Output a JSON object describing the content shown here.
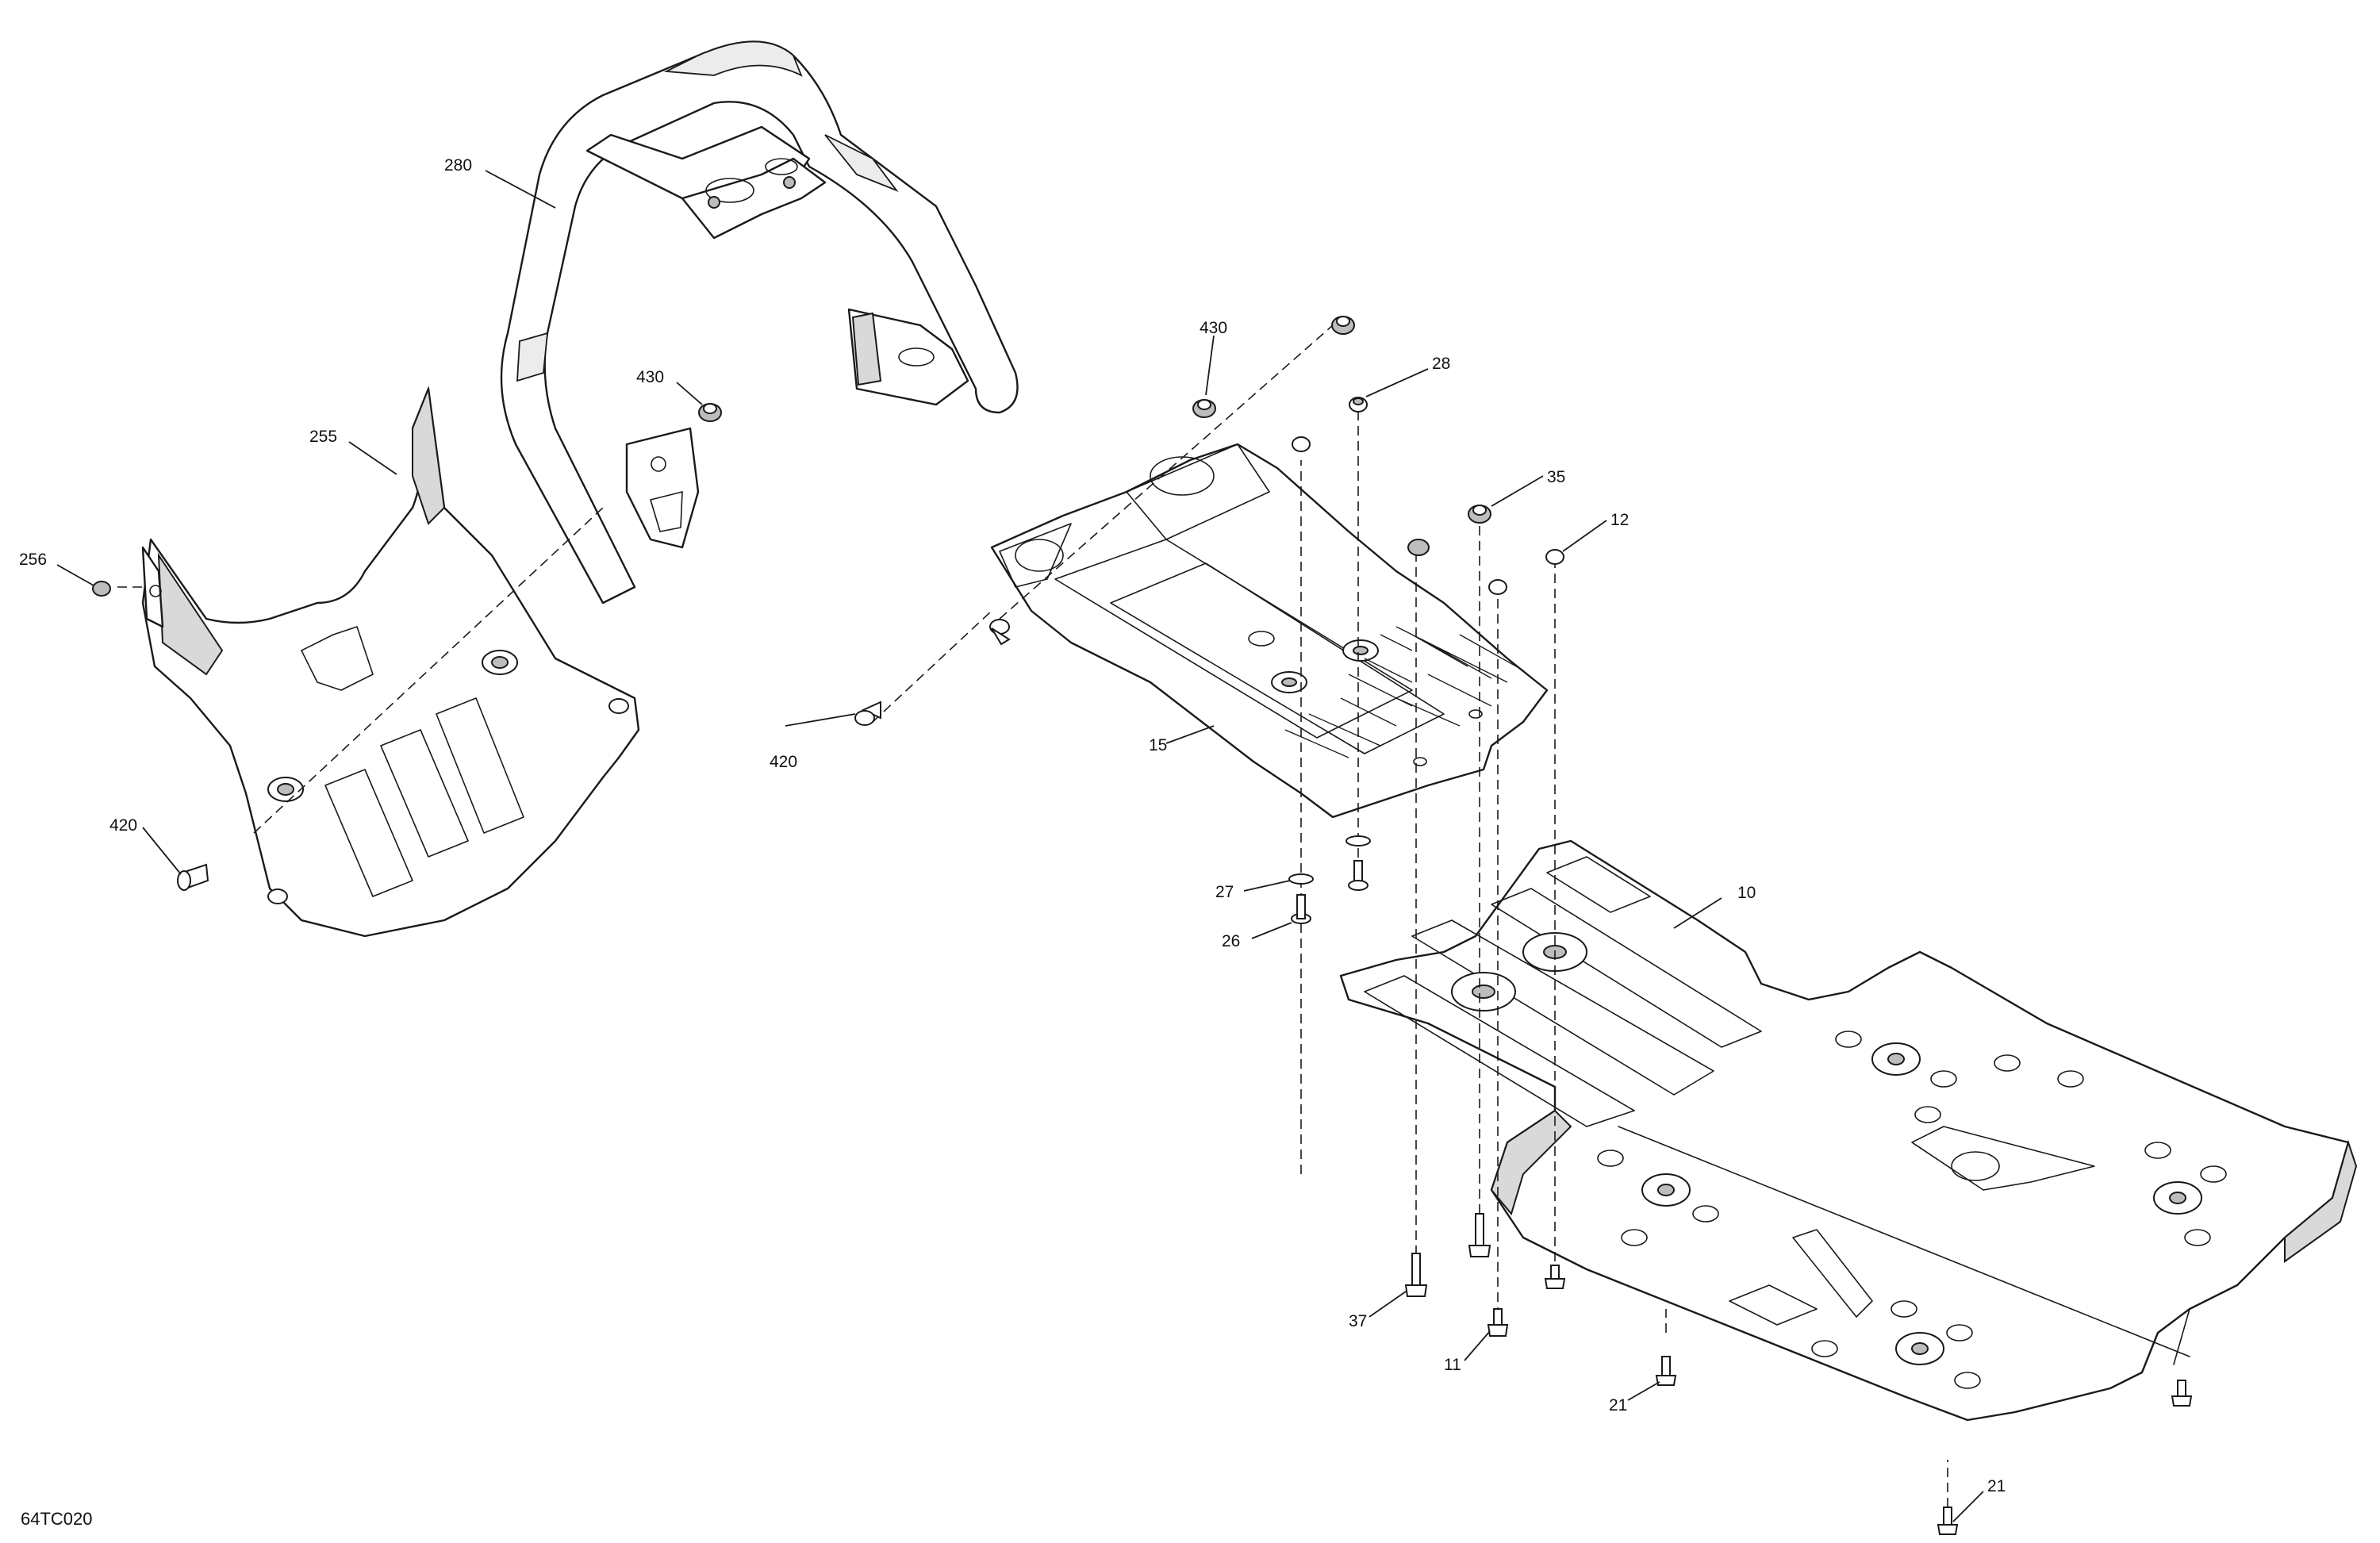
{
  "diagram_code": "64TC020",
  "callouts": {
    "c280": "280",
    "c255": "255",
    "c256": "256",
    "c430a": "430",
    "c430b": "430",
    "c420a": "420",
    "c420b": "420",
    "c28": "28",
    "c35": "35",
    "c12": "12",
    "c15": "15",
    "c27": "27",
    "c26": "26",
    "c10": "10",
    "c37": "37",
    "c11": "11",
    "c21a": "21",
    "c21b": "21"
  },
  "parts": {
    "bumper": "front-bumper-tube",
    "front_cover": "front-skid-cover",
    "mid_skid": "middle-skid-plate",
    "main_skid": "main-skid-plate"
  }
}
